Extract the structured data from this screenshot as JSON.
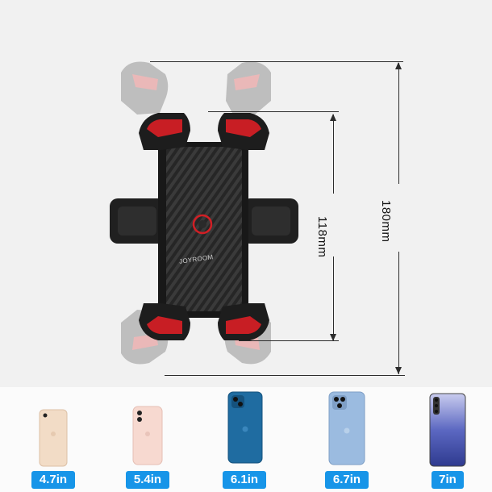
{
  "product": {
    "brand_mark": "JOYROOM",
    "dimensions": [
      {
        "label": "118mm"
      },
      {
        "label": "180mm"
      }
    ],
    "colors": {
      "accent_red": "#c81e24",
      "body_black": "#1d1d1d",
      "badge_blue": "#1795e8"
    }
  },
  "phones": [
    {
      "size_label": "4.7in",
      "color": "#f2dcc6",
      "icon": "phone-icon"
    },
    {
      "size_label": "5.4in",
      "color": "#f7d9d0",
      "icon": "phone-icon"
    },
    {
      "size_label": "6.1in",
      "color": "#1f6ca1",
      "icon": "phone-icon"
    },
    {
      "size_label": "6.7in",
      "color": "#9bbbe0",
      "icon": "phone-icon"
    },
    {
      "size_label": "7in",
      "color": "#5c68c2",
      "icon": "phone-icon"
    }
  ]
}
